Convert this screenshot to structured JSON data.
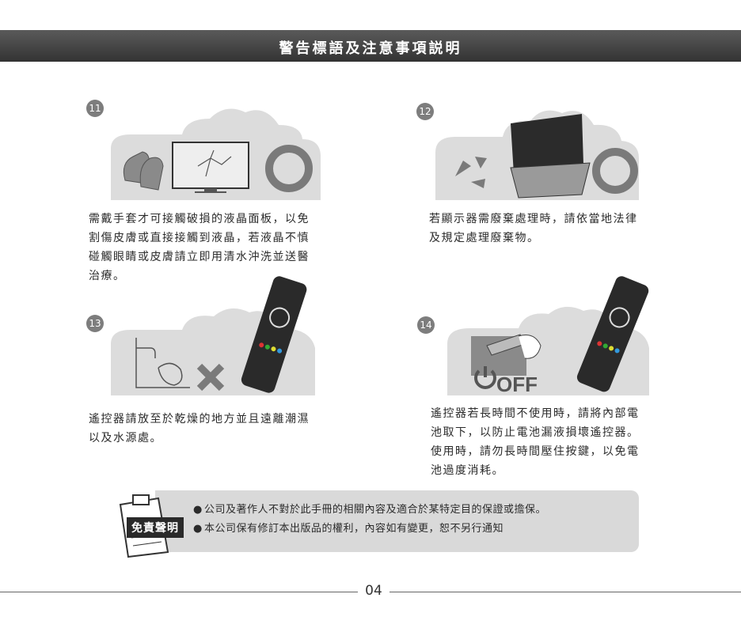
{
  "header": {
    "title": "警告標語及注意事項説明"
  },
  "items": [
    {
      "number": "11",
      "lines": [
        "需戴手套才可接觸破損的液晶面板，以免",
        "割傷皮膚或直接接觸到液晶，若液晶不慎",
        "碰觸眼睛或皮膚請立即用清水沖洗並送醫",
        "治療。"
      ]
    },
    {
      "number": "12",
      "lines": [
        "若顯示器需廢棄處理時，請依當地法律",
        "及規定處理廢棄物。"
      ]
    },
    {
      "number": "13",
      "lines": [
        "遙控器請放至於乾燥的地方並且遠離潮濕",
        "以及水源處。"
      ]
    },
    {
      "number": "14",
      "lines": [
        "遙控器若長時間不使用時，請將內部電",
        "池取下，以防止電池漏液損壞遙控器。",
        "使用時，請勿長時間壓住按鍵，以免電",
        "池過度消耗。"
      ],
      "off_label": "OFF"
    }
  ],
  "disclaimer": {
    "label": "免責聲明",
    "lines": [
      "公司及著作人不對於此手冊的相關內容及適合於某特定目的保證或擔保。",
      "本公司保有修訂本出版品的權利，內容如有變更，恕不另行通知"
    ]
  },
  "footer": {
    "page_number": "04"
  }
}
